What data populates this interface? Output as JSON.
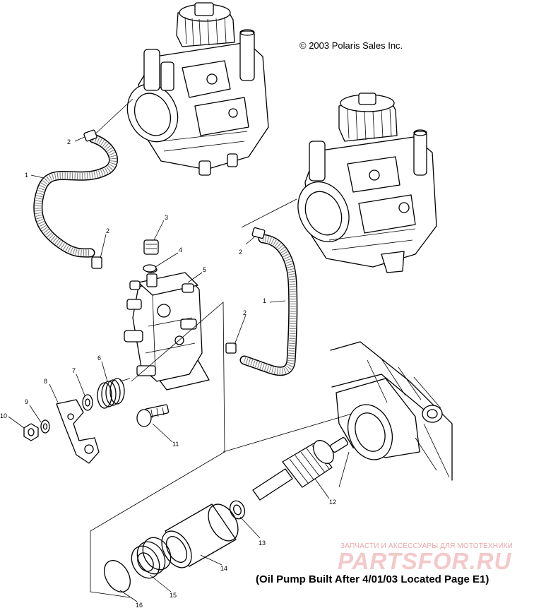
{
  "copyright": "© 2003 Polaris Sales Inc.",
  "caption": "(Oil Pump Built After 4/01/03 Located Page E1)",
  "watermark": {
    "subtitle": "ЗАПЧАСТИ И АКСЕССУАРЫ ДЛЯ МОТОТЕХНИКИ",
    "logo": "PARTSFOR.RU"
  },
  "callouts": {
    "c1a": "1",
    "c2a": "2",
    "c2b": "2",
    "c3": "3",
    "c4": "4",
    "c5": "5",
    "c1b": "1",
    "c2c": "2",
    "c2d": "2",
    "c6": "6",
    "c7": "7",
    "c8": "8",
    "c9": "9",
    "c10": "10",
    "c11": "11",
    "c12": "12",
    "c13": "13",
    "c14": "14",
    "c15": "15",
    "c16": "16"
  }
}
